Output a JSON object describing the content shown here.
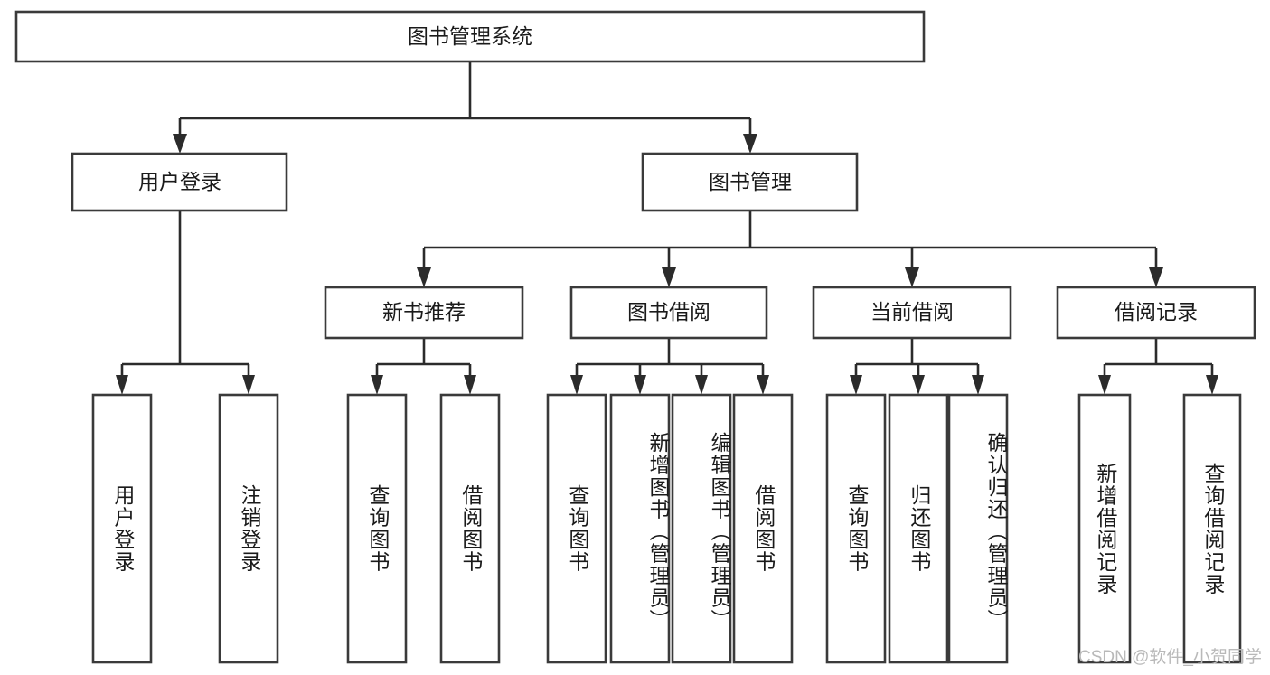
{
  "diagram": {
    "type": "tree-hierarchy",
    "title": "图书管理系统",
    "root": {
      "label": "图书管理系统"
    },
    "level2": [
      {
        "id": "user-login",
        "label": "用户登录"
      },
      {
        "id": "book-manage",
        "label": "图书管理"
      }
    ],
    "level3": [
      {
        "id": "new-book-recommend",
        "label": "新书推荐",
        "parent": "book-manage"
      },
      {
        "id": "book-borrow",
        "label": "图书借阅",
        "parent": "book-manage"
      },
      {
        "id": "current-borrow",
        "label": "当前借阅",
        "parent": "book-manage"
      },
      {
        "id": "borrow-record",
        "label": "借阅记录",
        "parent": "book-manage"
      }
    ],
    "leaves": [
      {
        "id": "leaf-user-login",
        "label": "用户登录",
        "parent": "user-login"
      },
      {
        "id": "leaf-logout-login",
        "label": "注销登录",
        "parent": "user-login"
      },
      {
        "id": "leaf-query-book-1",
        "label": "查询图书",
        "parent": "new-book-recommend"
      },
      {
        "id": "leaf-borrow-book-1",
        "label": "借阅图书",
        "parent": "new-book-recommend"
      },
      {
        "id": "leaf-query-book-2",
        "label": "查询图书",
        "parent": "book-borrow"
      },
      {
        "id": "leaf-add-book",
        "label": "新增图书（管理员）",
        "parent": "book-borrow"
      },
      {
        "id": "leaf-edit-book",
        "label": "编辑图书（管理员）",
        "parent": "book-borrow"
      },
      {
        "id": "leaf-borrow-book-2",
        "label": "借阅图书",
        "parent": "book-borrow"
      },
      {
        "id": "leaf-query-book-3",
        "label": "查询图书",
        "parent": "current-borrow"
      },
      {
        "id": "leaf-return-book",
        "label": "归还图书",
        "parent": "current-borrow"
      },
      {
        "id": "leaf-confirm-return",
        "label": "确认归还（管理员）",
        "parent": "current-borrow"
      },
      {
        "id": "leaf-add-record",
        "label": "新增借阅记录",
        "parent": "borrow-record"
      },
      {
        "id": "leaf-query-record",
        "label": "查询借阅记录",
        "parent": "borrow-record"
      }
    ],
    "colors": {
      "box_stroke": "#3a3a3a",
      "box_fill": "#ffffff",
      "connector": "#2b2b2b",
      "text": "#1a1a1a",
      "background": "#ffffff",
      "watermark": "#b9b9b9"
    }
  },
  "watermark": {
    "text": "CSDN @软件_小贺同学"
  }
}
